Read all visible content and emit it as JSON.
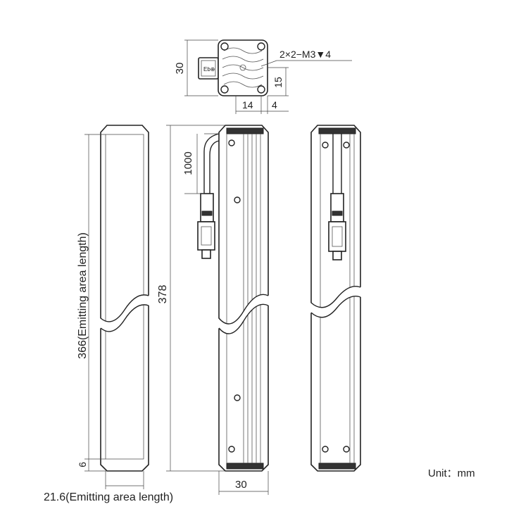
{
  "top_view": {
    "dim_height": "30",
    "dim_hole_spec": "2×2−M3▼4",
    "dim_15": "15",
    "dim_14": "14",
    "dim_4": "4",
    "connector_mark": "Eb⊕"
  },
  "front_view": {
    "dim_emit_length": "366(Emitting area length)",
    "dim_6": "6",
    "dim_emit_width": "21.6(Emitting area length)"
  },
  "side_view": {
    "dim_cable": "1000",
    "dim_total": "378",
    "dim_width": "30"
  },
  "unit_label": "Unit：mm"
}
